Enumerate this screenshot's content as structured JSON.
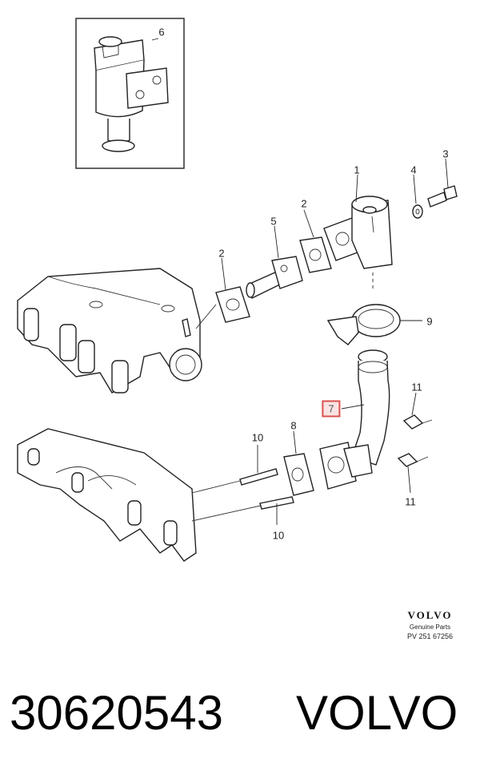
{
  "callouts": {
    "c1": "1",
    "c2a": "2",
    "c2b": "2",
    "c3": "3",
    "c4": "4",
    "c5": "5",
    "c6": "6",
    "c7": "7",
    "c8": "8",
    "c9": "9",
    "c10a": "10",
    "c10b": "10",
    "c11a": "11",
    "c11b": "11"
  },
  "highlight_color": "#d9534f",
  "logo": {
    "brand": "VOLVO",
    "subtitle": "Genuine Parts",
    "code": "PV 251 67256"
  },
  "footer": {
    "part_number": "30620543",
    "brand": "VOLVO"
  }
}
